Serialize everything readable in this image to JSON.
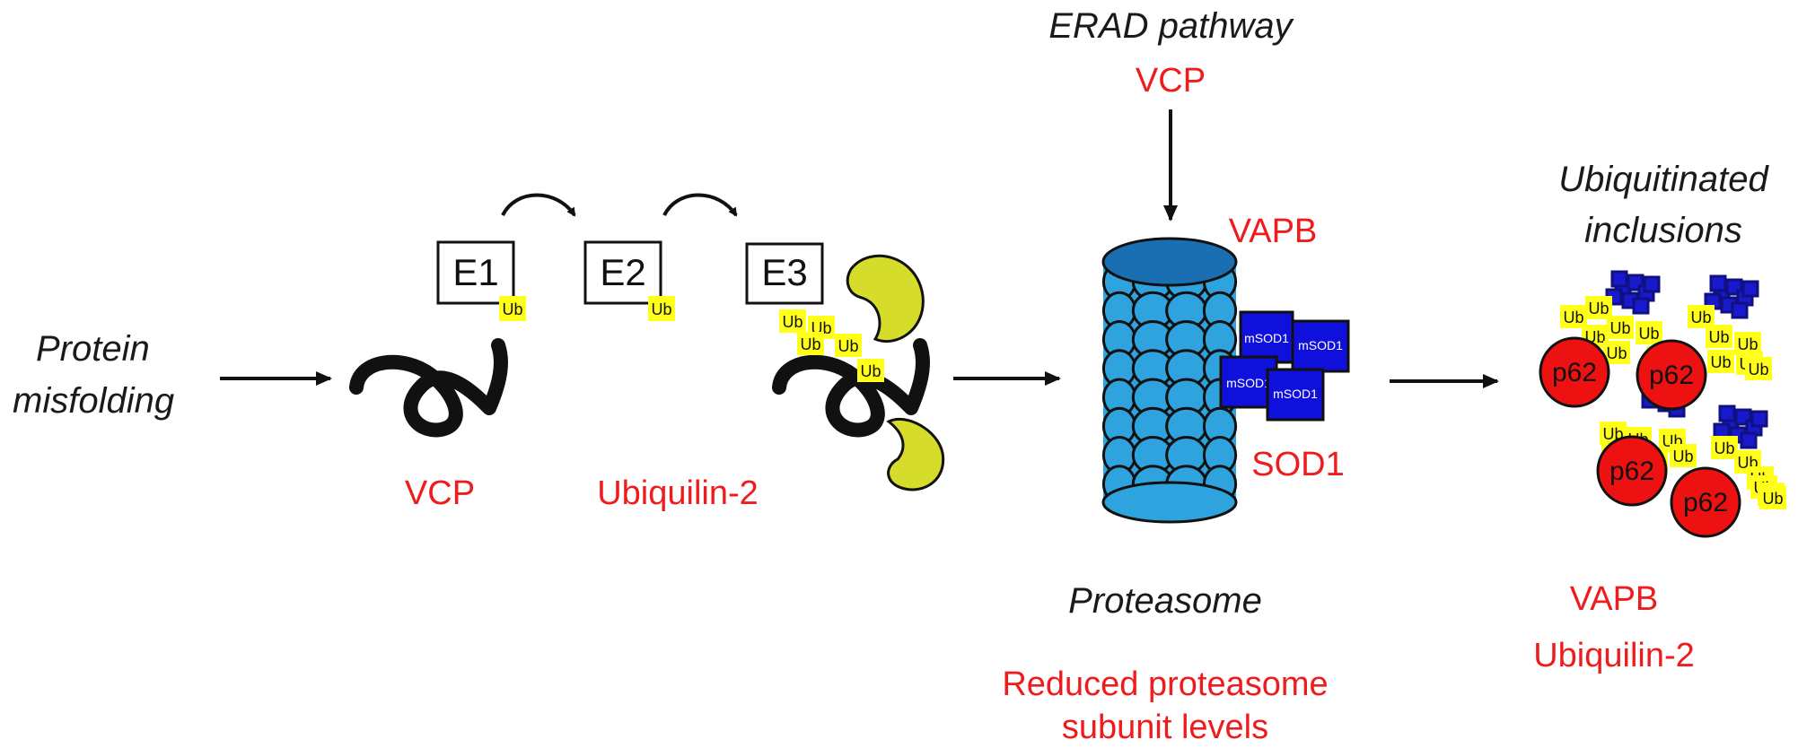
{
  "labels": {
    "protein_misfolding": [
      "Protein",
      "misfolding"
    ],
    "erad_pathway": "ERAD pathway",
    "erad_vcp": "VCP",
    "vapb_top": "VAPB",
    "sod1": "SOD1",
    "vcp_bottom": "VCP",
    "ubiquilin_bottom": "Ubiquilin-2",
    "proteasome": "Proteasome",
    "reduced_levels": [
      "Reduced proteasome",
      "subunit levels"
    ],
    "ubiquitinated_inclusions": [
      "Ubiquitinated",
      "inclusions"
    ],
    "vapb_right": "VAPB",
    "ubiquilin_right": "Ubiquilin-2"
  },
  "enzymes": [
    "E1",
    "E2",
    "E3"
  ],
  "ub_label": "Ub",
  "msod_labels": [
    "mSOD1",
    "mSOD1",
    "mSOD1",
    "mSOD1"
  ],
  "p62_label": "p62",
  "colors": {
    "red_text": "#ee1c1c",
    "ub_yellow": "#ffff1a",
    "e3_ligase": "#d5dc2a",
    "proteasome_blue": "#2ea3dd",
    "proteasome_dark": "#1a6fb3",
    "msod_blue": "#1010dd",
    "p62_red": "#ee1111",
    "aggregate_navy": "#101080"
  }
}
